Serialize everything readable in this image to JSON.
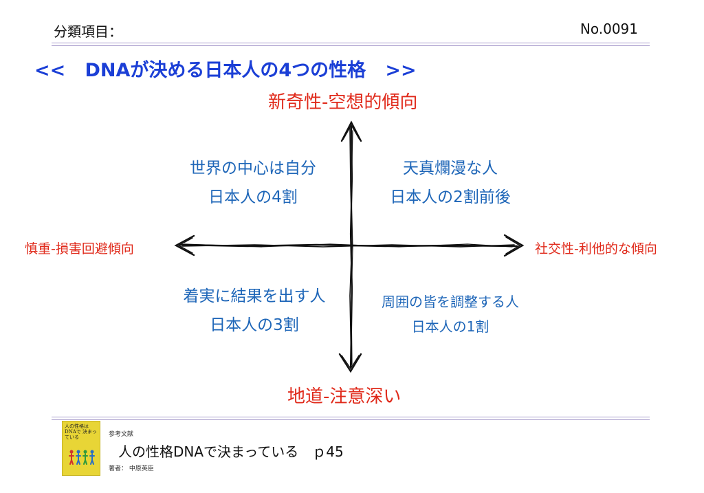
{
  "header": {
    "category_label": "分類項目：",
    "number": "No.0091"
  },
  "title": "<<   DNAが決める日本人の4つの性格   >>",
  "axes": {
    "top": "新奇性-空想的傾向",
    "bottom": "地道-注意深い",
    "left": "慎重-損害回避傾向",
    "right": "社交性-利他的な傾向"
  },
  "quadrants": {
    "top_left": {
      "name": "世界の中心は自分",
      "share": "日本人の4割"
    },
    "top_right": {
      "name": "天真爛漫な人",
      "share": "日本人の2割前後"
    },
    "bottom_left": {
      "name": "着実に結果を出す人",
      "share": "日本人の3割"
    },
    "bottom_right": {
      "name": "周囲の皆を調整する人",
      "share": "日本人の1割"
    }
  },
  "reference": {
    "label": "参考文献",
    "book": "人の性格DNAで決まっている　ｐ45",
    "author": "著者：  中原英臣",
    "cover_title": "人の性格は DNAで 決まっている"
  },
  "colors": {
    "title_blue": "#1b3fd6",
    "axis_red": "#e02a1b",
    "quadrant_blue": "#1e66b8",
    "rule_purple": "#a89ccc",
    "book_yellow": "#e8d536"
  }
}
